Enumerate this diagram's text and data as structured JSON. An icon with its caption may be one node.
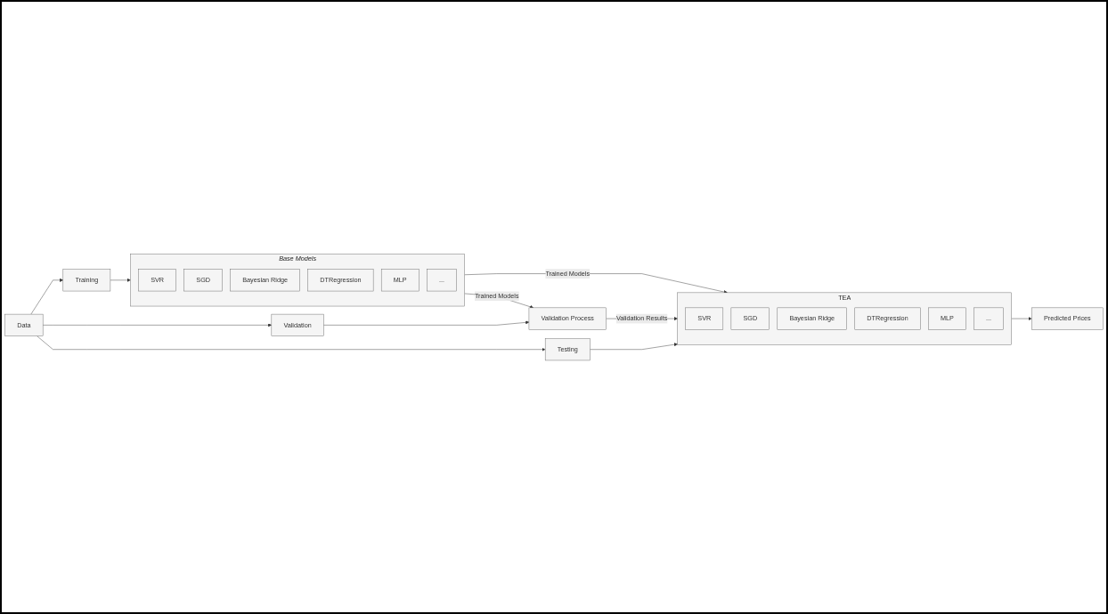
{
  "diagram": {
    "nodes": [
      {
        "text": [
          "Data"
        ]
      },
      {
        "text": [
          "Training"
        ]
      },
      {
        "text": [
          "Validation"
        ]
      },
      {
        "text": [
          "Testing"
        ]
      },
      {
        "text": [
          "Base Models"
        ]
      },
      {
        "text": [
          "SVR"
        ],
        "in": 4
      },
      {
        "text": [
          "SGD"
        ],
        "in": 4
      },
      {
        "text": [
          "Bayesian Ridge"
        ],
        "in": 4
      },
      {
        "text": [
          "DTRegression"
        ],
        "in": 4
      },
      {
        "text": [
          "MLP"
        ],
        "in": 4
      },
      {
        "text": [
          "..."
        ],
        "in": 4
      },
      {
        "text": [
          "Validation Process"
        ]
      },
      {
        "text": [
          "TEA"
        ]
      },
      {
        "text": [
          "SVR"
        ],
        "in": 12
      },
      {
        "text": [
          "SGD"
        ],
        "in": 12
      },
      {
        "text": [
          "Bayesian Ridge"
        ],
        "in": 12
      },
      {
        "text": [
          "DTRegression"
        ],
        "in": 12
      },
      {
        "text": [
          "MLP"
        ],
        "in": 12
      },
      {
        "text": [
          "..."
        ],
        "in": 12
      },
      {
        "text": [
          "Predicted Prices"
        ]
      }
    ],
    "edges": [
      {
        "from": 0,
        "to": 1,
        "arrow": "to"
      },
      {
        "from": 0,
        "to": 2,
        "arrow": "to"
      },
      {
        "from": 0,
        "to": 3,
        "arrow": "to"
      },
      {
        "from": 1,
        "to": 4,
        "arrow": "to"
      },
      {
        "from": 4,
        "to": 12,
        "label": "Trained Models",
        "arrow": "to"
      },
      {
        "from": 4,
        "to": 11,
        "label": "Trained Models",
        "arrow": "to"
      },
      {
        "from": 2,
        "to": 11,
        "arrow": "to"
      },
      {
        "from": 11,
        "to": 12,
        "label": "Validation Results",
        "arrow": "to"
      },
      {
        "from": 3,
        "to": 12,
        "arrow": "to"
      },
      {
        "from": 12,
        "to": 19,
        "arrow": "to"
      }
    ]
  }
}
